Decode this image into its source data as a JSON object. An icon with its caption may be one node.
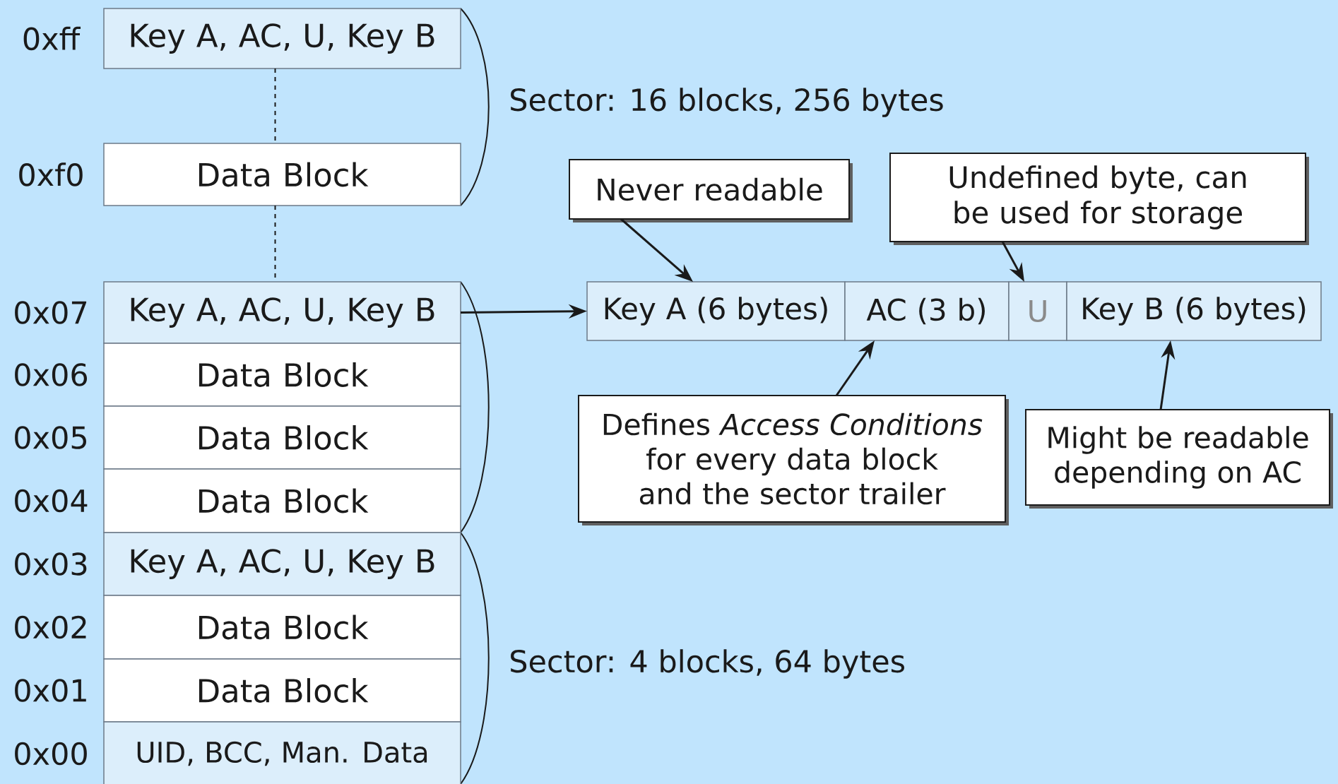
{
  "diagram": {
    "nodes": [
      {
        "text": [
          "Key A, AC, U, Key B"
        ],
        "beside": [
          "0xff"
        ]
      },
      {
        "text": [
          "Data Block"
        ],
        "beside": [
          "0xf0"
        ]
      },
      {
        "text": [
          "Key A, AC, U, Key B"
        ],
        "beside": [
          "0x07"
        ]
      },
      {
        "text": [
          "Data Block"
        ],
        "beside": [
          "0x06"
        ]
      },
      {
        "text": [
          "Data Block"
        ],
        "beside": [
          "0x05"
        ]
      },
      {
        "text": [
          "Data Block"
        ],
        "beside": [
          "0x04"
        ]
      },
      {
        "text": [
          "Key A, AC, U, Key B"
        ],
        "beside": [
          "0x03"
        ]
      },
      {
        "text": [
          "Data Block"
        ],
        "beside": [
          "0x02"
        ]
      },
      {
        "text": [
          "Data Block"
        ],
        "beside": [
          "0x01"
        ]
      },
      {
        "text": [
          "UID, BCC, Man. Data"
        ],
        "beside": [
          "0x00"
        ]
      },
      {
        "text": [
          "Never readable"
        ]
      },
      {
        "text": [
          "Undefined byte, can be used for storage"
        ]
      },
      {
        "text": [
          "Key A (6 bytes)"
        ]
      },
      {
        "text": [
          "AC (3 b)"
        ]
      },
      {
        "text": [
          "U"
        ]
      },
      {
        "text": [
          "Key B (6 bytes)"
        ]
      },
      {
        "text": [
          "Defines *Access Conditions* for every data block and the sector trailer"
        ]
      },
      {
        "text": [
          "Might be readable depending on AC"
        ]
      }
    ],
    "edges": [
      {
        "from": 2,
        "to": 12,
        "arrow": "to"
      },
      {
        "from": 10,
        "to": 12,
        "arrow": "to"
      },
      {
        "from": 11,
        "to": 14,
        "arrow": "to"
      },
      {
        "from": 16,
        "to": 13,
        "arrow": "to"
      },
      {
        "from": 17,
        "to": 15,
        "arrow": "to"
      },
      {
        "from": 0,
        "to": 1,
        "arrow": "none",
        "style": "dashed"
      },
      {
        "from": 1,
        "to": 2,
        "arrow": "none",
        "style": "dashed"
      }
    ],
    "labels": [
      "Sector: 16 blocks, 256 bytes",
      "Sector: 4 blocks, 64 bytes"
    ]
  }
}
